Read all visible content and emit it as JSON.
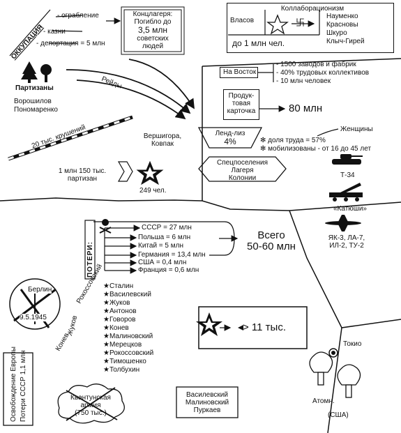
{
  "occupation": {
    "title": "ОККУПАЦИЯ",
    "items": [
      "- ограбление",
      "- казни",
      "- депортация = 5 млн"
    ],
    "camps": [
      "Концлагеря:",
      "Погибло до",
      "3,5 млн",
      "советских",
      "людей"
    ]
  },
  "collaboration": {
    "title": "Коллаборационизм",
    "left": "Власов",
    "right": [
      "Науменко",
      "Красновы",
      "Шкуро",
      "Клыч-Гирей"
    ],
    "total": "до 1 млн чел."
  },
  "partisans": {
    "title": "Партизаны",
    "leaders": [
      "Ворошилов",
      "Пономаренко"
    ],
    "raids": "Рейды",
    "wrecks": "20 тыс. крушений",
    "commanders": [
      "Вершигора,",
      "Ковпак"
    ],
    "count": [
      "1 млн 150 тыс.",
      "партизан"
    ],
    "heroes": "249 чел."
  },
  "rear": {
    "east": "На Восток",
    "east_items": [
      "- 1500 заводов и фабрик",
      "- 40% трудовых коллективов",
      "- 10 млн человек"
    ],
    "card": [
      "Продук-",
      "товая",
      "карточка"
    ],
    "card_value": "80 млн",
    "lendlease": [
      "Ленд-лиз",
      "4%"
    ],
    "women_title": "Женщины",
    "women_items": [
      "✻ доля труда = 57%",
      "✻ мобилизованы - от 16 до 45 лет"
    ],
    "camps": [
      "Спецпоселения",
      "Лагеря",
      "Колонии"
    ],
    "weapons": [
      "Т-34",
      "«Катюши»",
      "ЯК-3, ЛА-7,",
      "ИЛ-2, ТУ-2"
    ]
  },
  "losses": {
    "title": "ПОТЕРИ:",
    "items": [
      "СССР = 27 млн",
      "Польша = 6 млн",
      "Китай = 5 млн",
      "Германия = 13,4 млн",
      "США = 0,4 млн",
      "Франция = 0,6 млн"
    ],
    "total": [
      "Всего",
      "50-60 млн"
    ]
  },
  "berlin": {
    "name": "Берлин",
    "date": "9.5.1945",
    "marshals": [
      "Рокоссовский",
      "Жуков",
      "Конев"
    ]
  },
  "commanders_list": [
    "★Сталин",
    "★Василевский",
    "★Жуков",
    "★Антонов",
    "★Говоров",
    "★Конев",
    "★Малиновский",
    "★Мерецков",
    "★Рокоссовский",
    "★Тимошенко",
    "★Толбухин"
  ],
  "heroes_total": "> 11 тыс.",
  "europe": [
    "Освобождение Европы",
    "Потери СССР  1,1 млн"
  ],
  "kwantung": [
    "Квантунская",
    "армия",
    "(750 тыс.)"
  ],
  "far_east_commanders": [
    "Василевский",
    "Малиновский",
    "Пуркаев"
  ],
  "japan": {
    "city": "Токио",
    "atom": "Атомн.",
    "usa": "(США)"
  }
}
